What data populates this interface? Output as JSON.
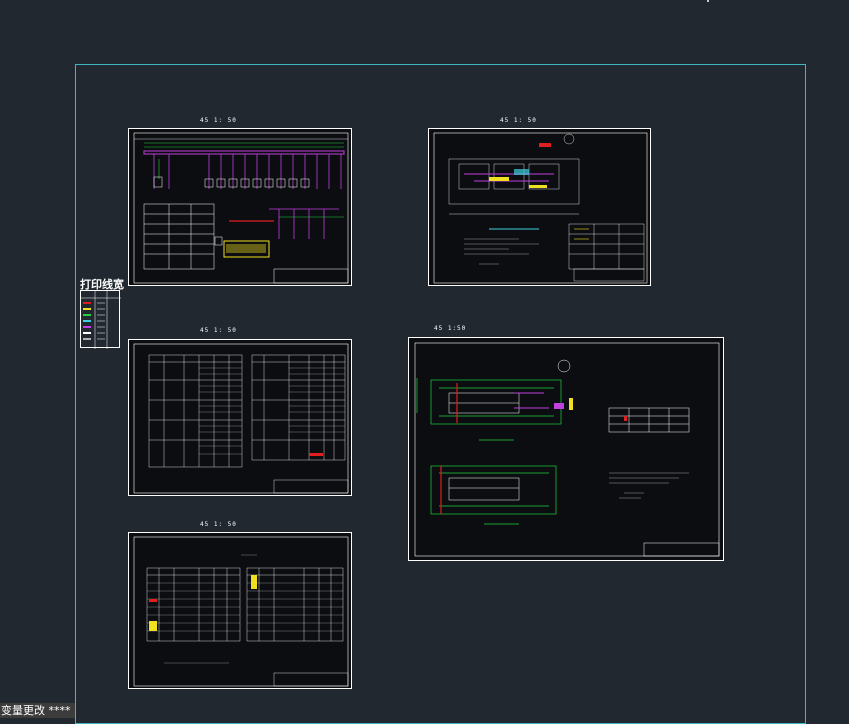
{
  "app": {
    "status_text": "变量更改 ****"
  },
  "legend": {
    "title": "打印线宽"
  },
  "sheets": [
    {
      "id": "sheet-1",
      "label": "45 1: 50"
    },
    {
      "id": "sheet-2",
      "label": "45 1: 50"
    },
    {
      "id": "sheet-3",
      "label": "45 1: 50"
    },
    {
      "id": "sheet-4",
      "label": "45 1: 50"
    },
    {
      "id": "sheet-5",
      "label": "45 1:50"
    }
  ],
  "colors": {
    "background": "#212830",
    "frame": "#3fb6c4",
    "sheet_line": "#ffffff",
    "magenta": "#c040e0",
    "green": "#20d040",
    "yellow": "#f0e020",
    "red": "#e02020",
    "cyan": "#40d0e0"
  }
}
